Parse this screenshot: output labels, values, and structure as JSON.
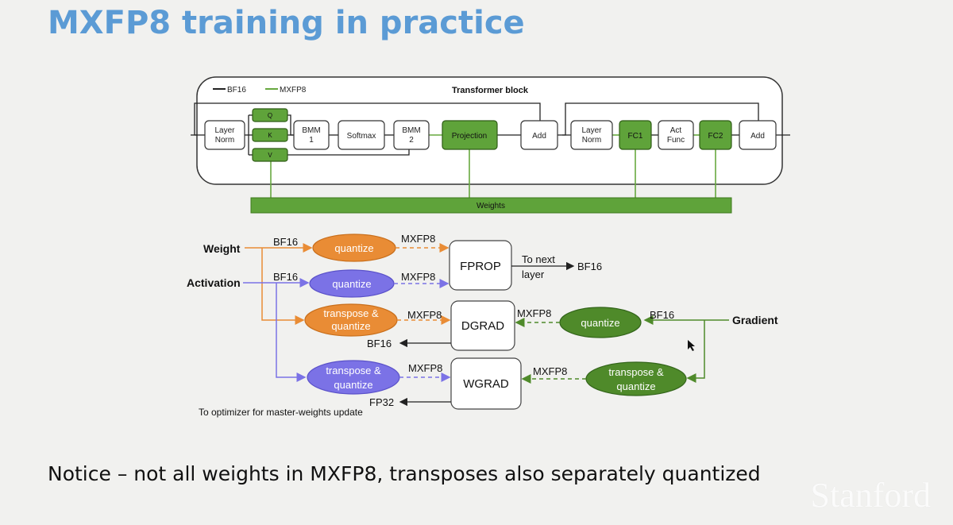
{
  "slide": {
    "title": "MXFP8 training in practice",
    "caption": "Notice – not all weights in MXFP8, transposes also separately quantized",
    "watermark": "Stanford"
  },
  "colors": {
    "title": "#5b9bd5",
    "mxfp8_green": "#67a83f",
    "weights_green": "#5fa33a",
    "orange": "#e98c35",
    "purple": "#7b72e6",
    "gradient_green": "#4f8a2a"
  },
  "transformer": {
    "title": "Transformer block",
    "legend_bf16": "BF16",
    "legend_mxfp8": "MXFP8",
    "layer_norm_1": [
      "Layer",
      "Norm"
    ],
    "q": "Q",
    "k": "K",
    "v": "V",
    "bmm1": [
      "BMM",
      "1"
    ],
    "softmax": "Softmax",
    "bmm2": [
      "BMM",
      "2"
    ],
    "projection": "Projection",
    "add_1": "Add",
    "layer_norm_2": [
      "Layer",
      "Norm"
    ],
    "fc1": "FC1",
    "act_func": [
      "Act",
      "Func"
    ],
    "fc2": "FC2",
    "add_2": "Add",
    "weights": "Weights"
  },
  "flow": {
    "weight_label": "Weight",
    "activation_label": "Activation",
    "gradient_label": "Gradient",
    "weight_bf16": "BF16",
    "activation_bf16": "BF16",
    "quantize_weight": "quantize",
    "quantize_activation": "quantize",
    "transpose_weight": [
      "transpose &",
      "quantize"
    ],
    "transpose_activation": [
      "transpose &",
      "quantize"
    ],
    "quantize_gradient": "quantize",
    "transpose_gradient": [
      "transpose &",
      "quantize"
    ],
    "mxfp8_w_fprop": "MXFP8",
    "mxfp8_a_fprop": "MXFP8",
    "mxfp8_wt_dgrad": "MXFP8",
    "mxfp8_g_dgrad": "MXFP8",
    "mxfp8_at_wgrad": "MXFP8",
    "mxfp8_gt_wgrad": "MXFP8",
    "gradient_bf16": "BF16",
    "fprop": "FPROP",
    "dgrad": "DGRAD",
    "wgrad": "WGRAD",
    "to_next_layer": [
      "To next",
      "layer"
    ],
    "fprop_out": "BF16",
    "dgrad_out": "BF16",
    "wgrad_out": "FP32",
    "optimizer_note": "To optimizer for master-weights update"
  }
}
